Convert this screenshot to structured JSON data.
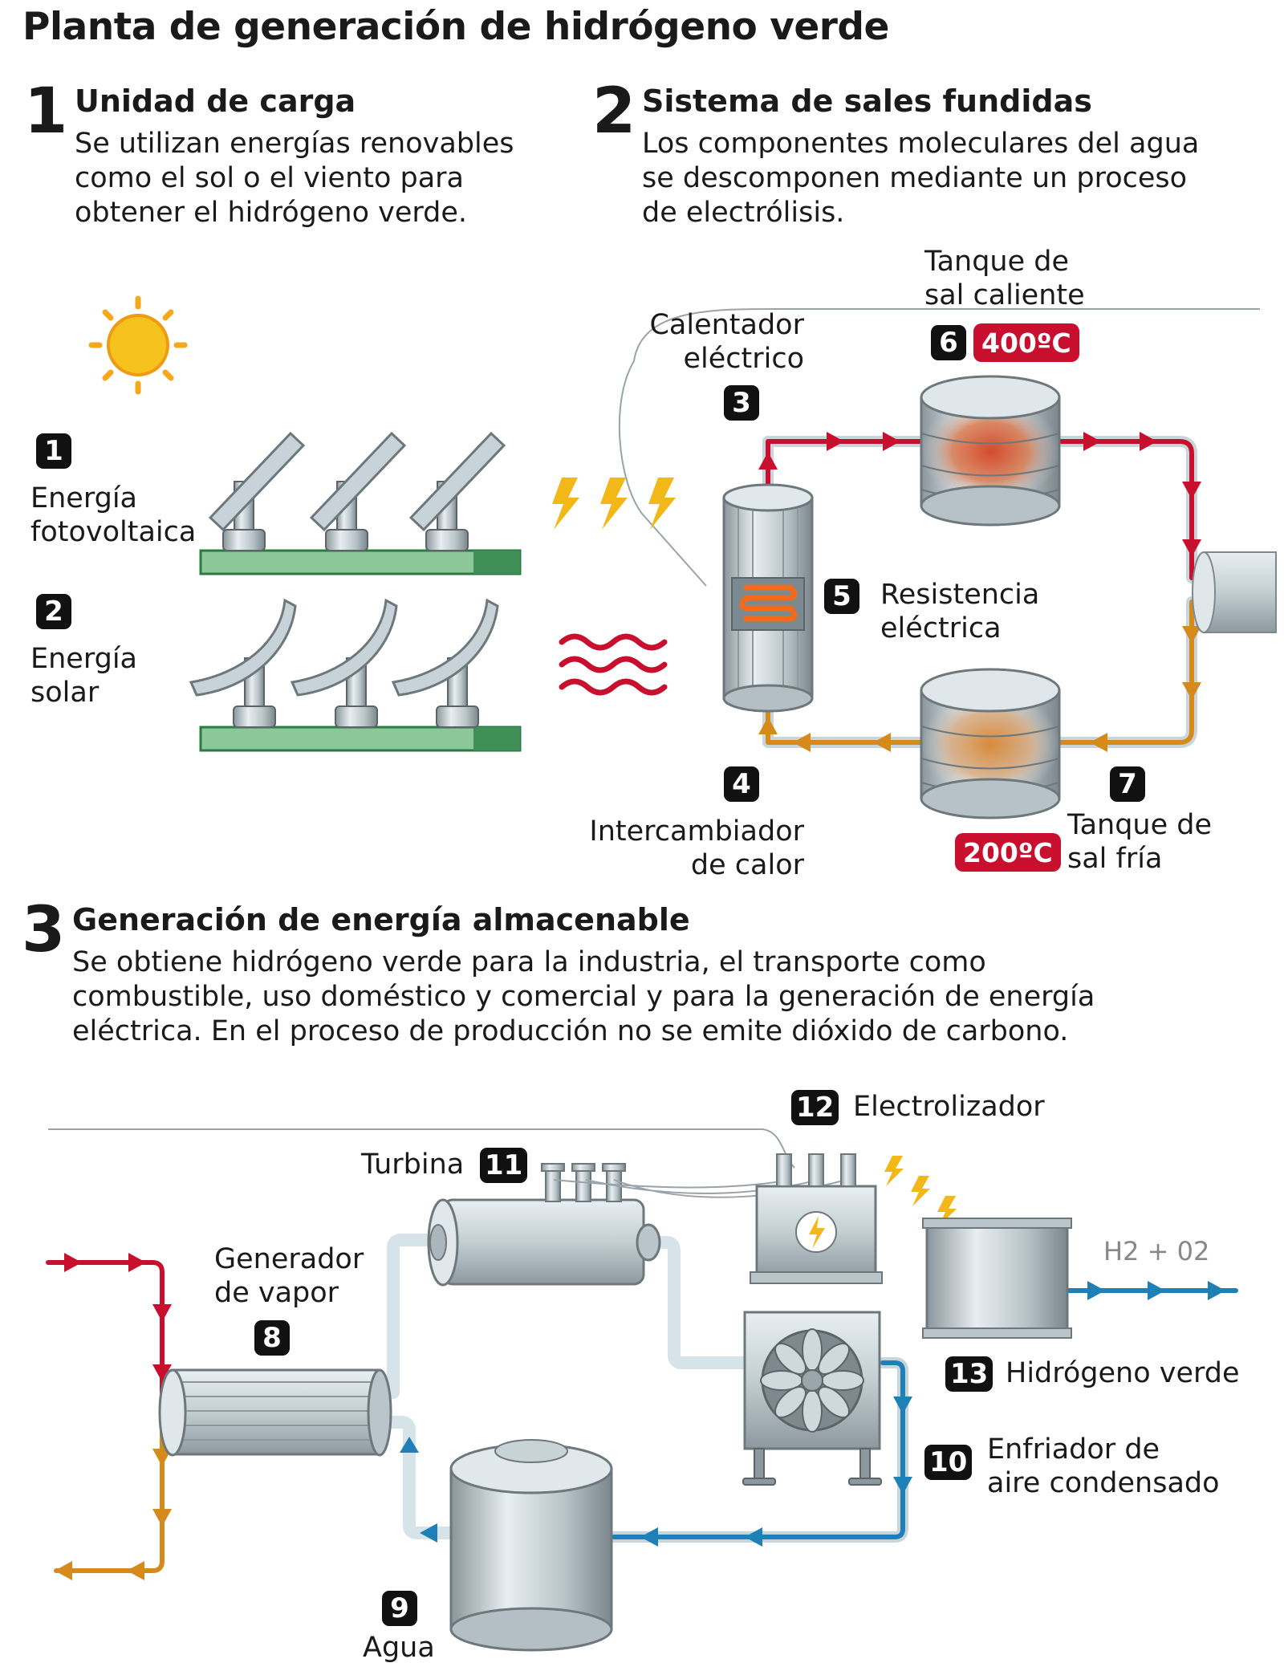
{
  "title": "Planta de generación de hidrógeno verde",
  "sections": [
    {
      "number": "1",
      "title": "Unidad de carga",
      "description": [
        "Se utilizan energías renovables",
        "como el sol o el viento para",
        "obtener el hidrógeno verde."
      ]
    },
    {
      "number": "2",
      "title": "Sistema de sales fundidas",
      "description": [
        "Los componentes moleculares del agua",
        "se descomponen mediante un proceso",
        "de electrólisis."
      ]
    },
    {
      "number": "3",
      "title": "Generación de energía almacenable",
      "description": [
        "Se obtiene hidrógeno verde para la industria, el transporte como",
        "combustible, uso doméstico y comercial y para la generación de energía",
        "eléctrica. En el proceso de producción no se emite dióxido de carbono."
      ]
    }
  ],
  "components": [
    {
      "number": "1",
      "label": [
        "Energía",
        "fotovoltaica"
      ]
    },
    {
      "number": "2",
      "label": [
        "Energía",
        "solar"
      ]
    },
    {
      "number": "3",
      "label": [
        "Calentador",
        "eléctrico"
      ]
    },
    {
      "number": "4",
      "label": [
        "Intercambiador",
        "de calor"
      ]
    },
    {
      "number": "5",
      "label": [
        "Resistencia",
        "eléctrica"
      ]
    },
    {
      "number": "6",
      "label": [
        "Tanque de",
        "sal caliente"
      ],
      "temperature": "400ºC"
    },
    {
      "number": "7",
      "label": [
        "Tanque de",
        "sal fría"
      ],
      "temperature": "200ºC"
    },
    {
      "number": "8",
      "label": [
        "Generador",
        "de vapor"
      ]
    },
    {
      "number": "9",
      "label": [
        "Agua"
      ]
    },
    {
      "number": "10",
      "label": [
        "Enfriador de",
        "aire condensado"
      ]
    },
    {
      "number": "11",
      "label": [
        "Turbina"
      ]
    },
    {
      "number": "12",
      "label": [
        "Electrolizador"
      ]
    },
    {
      "number": "13",
      "label": [
        "Hidrógeno verde"
      ]
    }
  ],
  "output_label": "H2 + 02",
  "colors": {
    "hot_line": "#c8102e",
    "cold_line": "#d68a1c",
    "water_line": "#1f80b8",
    "steam_line": "#d6e4ea",
    "panel_green": "#8cc79a",
    "badge": "#111111",
    "sun": "#f6c21e",
    "bolt": "#f2b817"
  },
  "icons": [
    "sun-icon",
    "lightning-bolt-icon",
    "heat-wave-icon",
    "fan-icon",
    "arrow-icon"
  ]
}
